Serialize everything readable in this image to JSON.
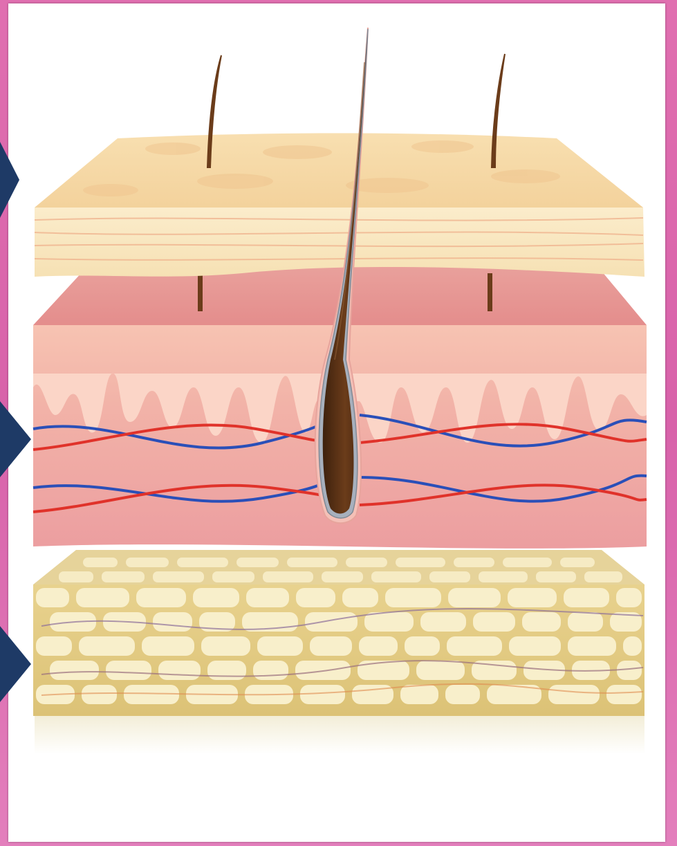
{
  "figure": {
    "subject": "skin-cross-section",
    "layers": [
      "epidermis",
      "dermis",
      "hypodermis"
    ],
    "colors": {
      "frame": "#d862aa",
      "panel": "#ffffff",
      "pointer": "#1e3a66",
      "epidermis": "#f6dfae",
      "dermis": "#ef9f9f",
      "hypodermis": "#e5cd85",
      "fat_cell": "#f8efcb",
      "artery": "#e0322a",
      "vein": "#2a4fb8",
      "hair": "#5b3216"
    },
    "pointers": [
      {
        "id": "pointer-top",
        "icon": "triangle-right-icon",
        "target": "epidermis"
      },
      {
        "id": "pointer-middle",
        "icon": "triangle-right-icon",
        "target": "dermis"
      },
      {
        "id": "pointer-bottom",
        "icon": "triangle-right-icon",
        "target": "hypodermis"
      }
    ]
  }
}
